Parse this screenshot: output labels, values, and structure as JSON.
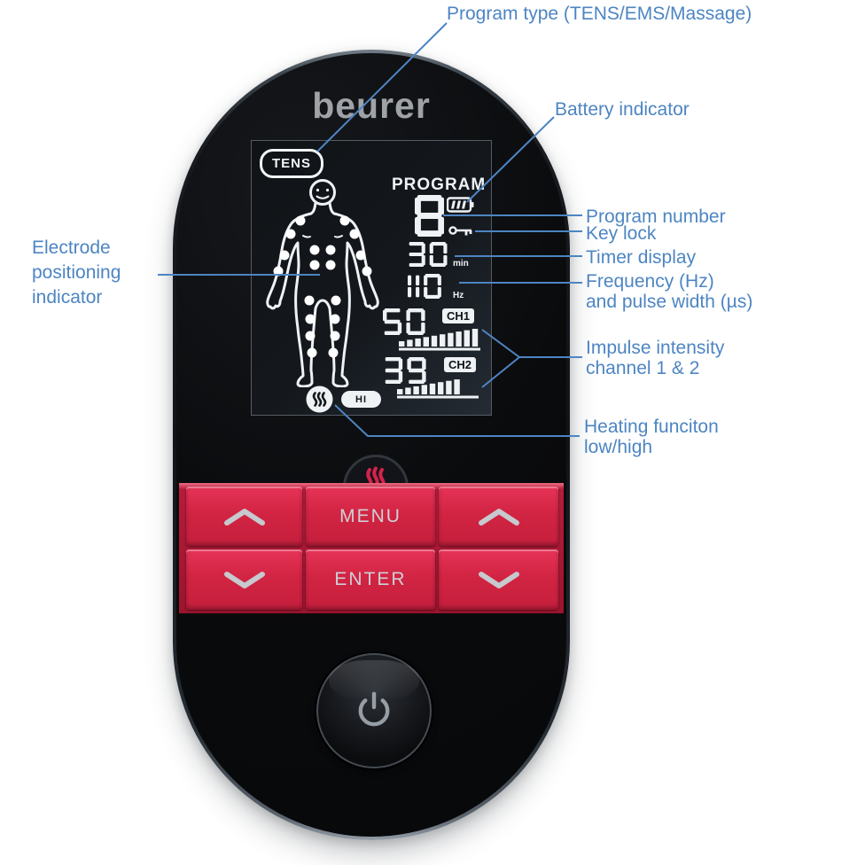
{
  "device": {
    "brand_logo": "beurer",
    "screen": {
      "program_type_badge": "TENS",
      "program_label": "PROGRAM",
      "program_number": "8",
      "timer_value": "30",
      "timer_unit": "min",
      "frequency_value": "110",
      "frequency_unit": "Hz",
      "channel1": {
        "value": "50",
        "label": "CH1",
        "bars_filled": 10,
        "bars_total": 10
      },
      "channel2": {
        "value": "39",
        "label": "CH2",
        "bars_filled": 8,
        "bars_total": 10
      },
      "heat_level_badge": "HI"
    },
    "buttons": {
      "menu": "MENU",
      "enter": "ENTER"
    }
  },
  "annotations": {
    "program_type": "Program type (TENS/EMS/Massage)",
    "battery": "Battery indicator",
    "program_number": "Program number",
    "key_lock": "Key lock",
    "timer": "Timer display",
    "frequency_line1": "Frequency (Hz)",
    "frequency_line2": "and pulse width (µs)",
    "impulse_line1": "Impulse intensity",
    "impulse_line2": "channel 1 & 2",
    "heating_line1": "Heating funciton",
    "heating_line2": "low/high",
    "electrode_line1": "Electrode",
    "electrode_line2": "positioning",
    "electrode_line3": "indicator"
  },
  "colors": {
    "annotation_blue": "#4d85c2",
    "button_red": "#d22443",
    "display_white": "#eef2f5",
    "heat_flame_red": "#d5224a"
  }
}
